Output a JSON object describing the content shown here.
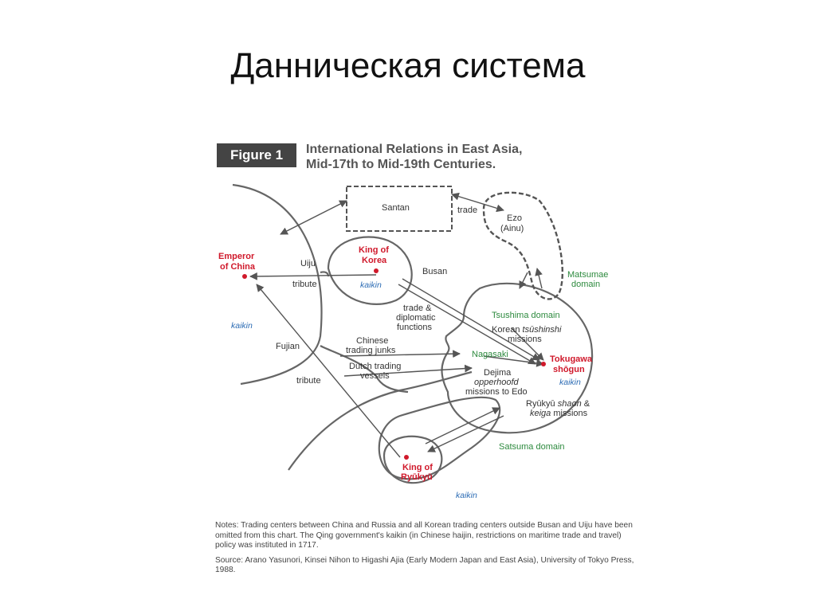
{
  "slide": {
    "title": "Данническая система"
  },
  "figure": {
    "badge": "Figure 1",
    "title_line1": "International Relations in East Asia,",
    "title_line2": "Mid-17th to Mid-19th Centuries."
  },
  "labels": {
    "santan": "Santan",
    "trade_top": "trade",
    "ezo": "Ezo",
    "ainu": "(Ainu)",
    "emperor1": "Emperor",
    "emperor2": "of China",
    "uiju": "Uiju",
    "tribute1": "tribute",
    "korea1": "King of",
    "korea2": "Korea",
    "kaikin_korea": "kaikin",
    "busan": "Busan",
    "matsumae1": "Matsumae",
    "matsumae2": "domain",
    "kaikin_china": "kaikin",
    "trade_dip1": "trade &",
    "trade_dip2": "diplomatic",
    "trade_dip3": "functions",
    "tsushima": "Tsushima domain",
    "korean_missions1": "Korean",
    "korean_missions_it": "tsūshinshi",
    "korean_missions2": "missions",
    "fujian": "Fujian",
    "junks1": "Chinese",
    "junks2": "trading junks",
    "nagasaki": "Nagasaki",
    "tokugawa1": "Tokugawa",
    "tokugawa2": "shōgun",
    "dutch1": "Dutch trading",
    "dutch2": "vessels",
    "dejima1": "Dejima",
    "dejima2": "opperhoofd",
    "dejima3": "missions to Edo",
    "kaikin_japan": "kaikin",
    "tribute2": "tribute",
    "ryukyu_missions1a": "Ryūkyū",
    "ryukyu_missions1b": "shaon",
    "ryukyu_missions1c": "&",
    "ryukyu_missions2a": "keiga",
    "ryukyu_missions2b": "missions",
    "satsuma": "Satsuma domain",
    "ryukyu1": "King of",
    "ryukyu2": "Ryūkyū",
    "kaikin_ryukyu": "kaikin"
  },
  "notes": {
    "note1": "Notes: Trading centers between China and Russia and all Korean trading centers outside Busan and Uiju have been omitted from this chart. The Qing government's kaikin (in Chinese haijin, restrictions on maritime trade and travel) policy was instituted in 1717.",
    "source": "Source: Arano Yasunori, Kinsei Nihon to Higashi Ajia (Early Modern Japan and East Asia), University of Tokyo Press, 1988."
  },
  "colors": {
    "red": "#d0192b",
    "green": "#2d8a3e",
    "blue": "#2e6db5",
    "line": "#666666"
  }
}
